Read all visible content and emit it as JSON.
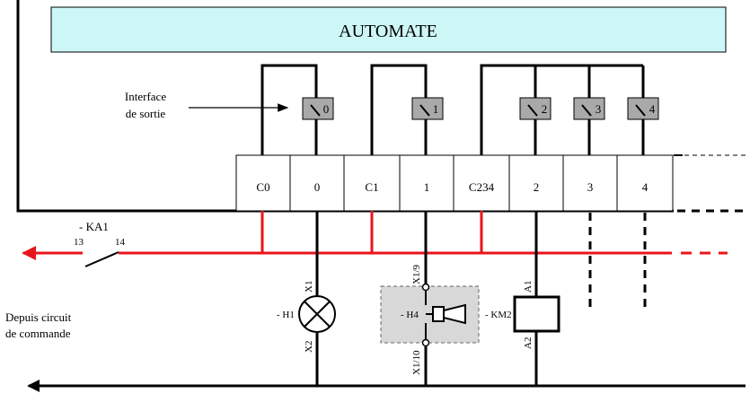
{
  "title": "AUTOMATE",
  "interface_label": [
    "Interface",
    "de sortie"
  ],
  "terminals": [
    "C0",
    "0",
    "C1",
    "1",
    "C234",
    "2",
    "3",
    "4"
  ],
  "output_switches": [
    "0",
    "1",
    "2",
    "3",
    "4"
  ],
  "contact": {
    "name": "- KA1",
    "pin_a": "13",
    "pin_b": "14"
  },
  "source_label": [
    "Depuis circuit",
    "de commande"
  ],
  "lamp": {
    "name": "- H1",
    "top": "X1",
    "bottom": "X2"
  },
  "horn": {
    "name": "- H4",
    "top": "X1/9",
    "bottom": "X1/10"
  },
  "relay": {
    "name": "- KM2",
    "top": "A1",
    "bottom": "A2"
  },
  "colors": {
    "header_bg": "#ccf7f6",
    "phase": "#e8151b",
    "switch_box": "#a9a9a9",
    "horn_box": "#d8d8d8"
  }
}
